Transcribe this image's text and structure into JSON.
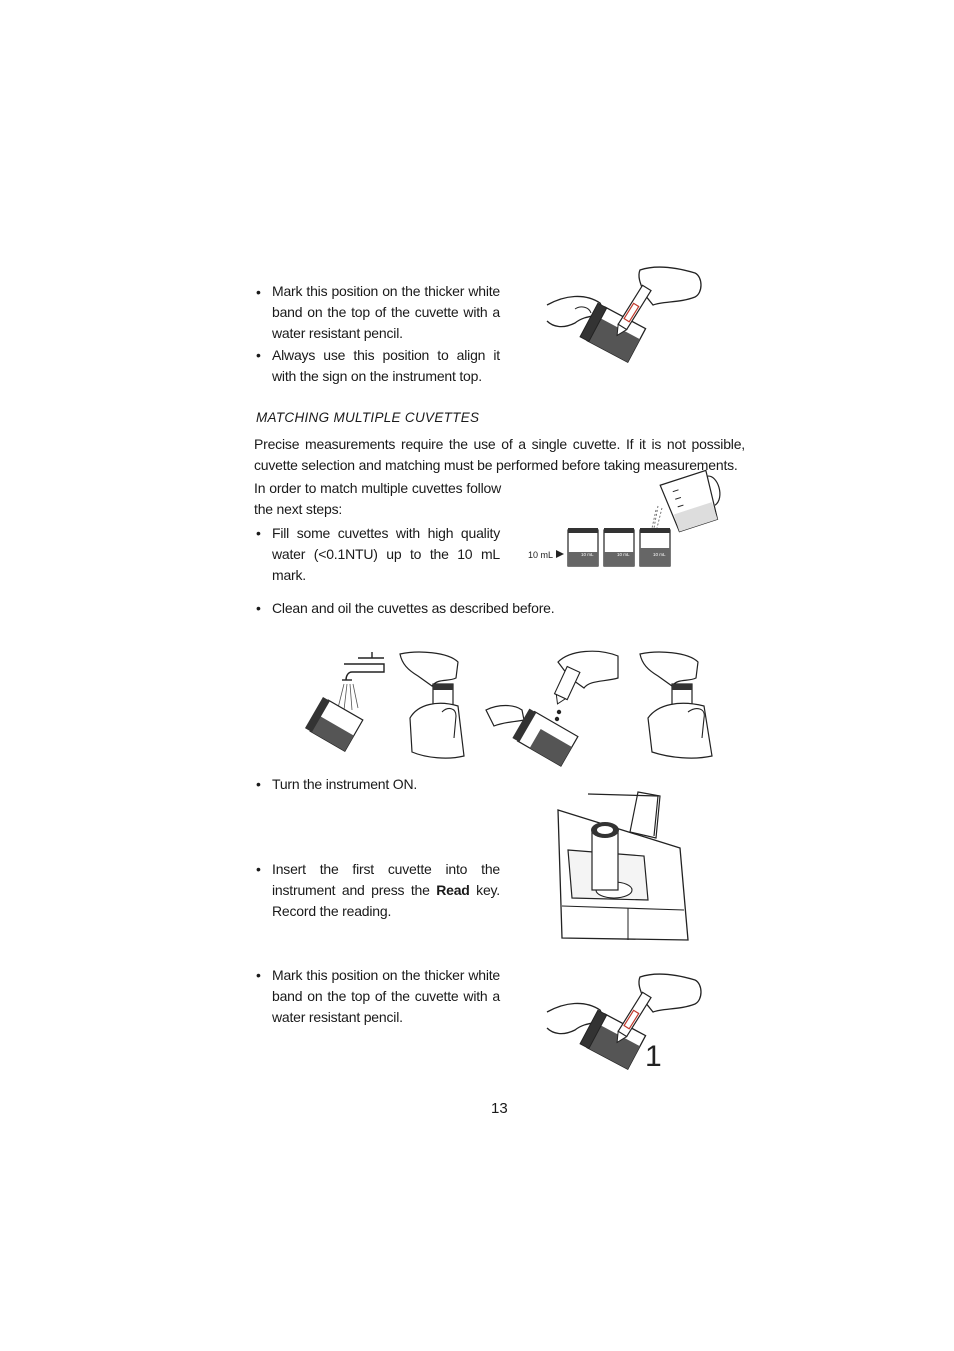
{
  "bullets": {
    "mark_position_1": "Mark this position on the thicker white band on the top of the cuvette with a water resistant pencil.",
    "align_sign": "Always use this position to align it with the sign on the instrument top.",
    "fill_cuvettes": "Fill some cuvettes with high quality water (<0.1NTU) up to the 10 mL mark.",
    "clean_oil": "Clean and oil the cuvettes as described before.",
    "turn_on": "Turn the instrument ON.",
    "insert_first_a": "Insert the first cuvette into the instrument and press the ",
    "insert_first_key": "Read",
    "insert_first_b": " key. Record the reading.",
    "mark_position_2": "Mark this position on the thicker white band on the top of the cuvette with a water resistant pencil."
  },
  "section": {
    "heading": "MATCHING MULTIPLE CUVETTES",
    "intro": "Precise measurements require the use of a single cuvette. If it is not possible, cuvette selection and matching must be performed before taking measurements.",
    "steps_intro": "In order to match multiple cuvettes follow the next steps:"
  },
  "figure_labels": {
    "ten_ml": "10 mL",
    "cuvette_mark": "10 mL",
    "cuvette_number": "1"
  },
  "page_number": "13"
}
